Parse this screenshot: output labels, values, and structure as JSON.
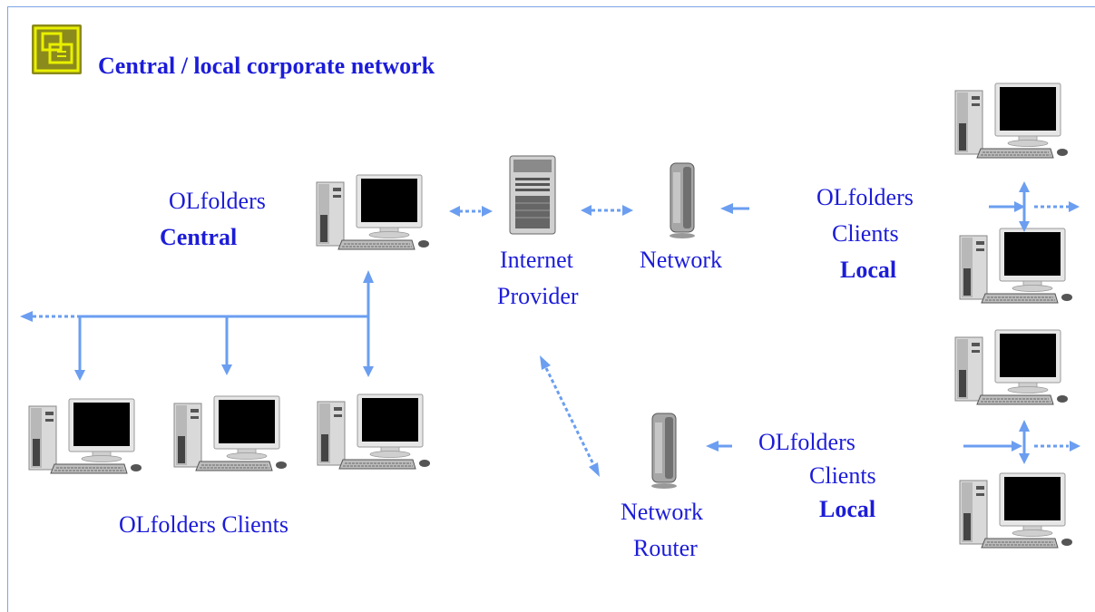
{
  "title": "Central / local corporate network",
  "logo_icon": "olfolders-logo-icon",
  "labels": {
    "central_line1": "OLfolders",
    "central_line2": "Central",
    "internet_line1": "Internet",
    "internet_line2": "Provider",
    "network": "Network",
    "clients_local_top_line1": "OLfolders",
    "clients_local_top_line2": "Clients",
    "clients_local_top_line3": "Local",
    "clients_bottom": "OLfolders Clients",
    "router_line1": "Network",
    "router_line2": "Router",
    "clients_local_bottom_line1": "OLfolders",
    "clients_local_bottom_line2": "Clients",
    "clients_local_bottom_line3": "Local"
  },
  "colors": {
    "text": "#1c1cd8",
    "arrow": "#6b9ef0",
    "frame": "#7fa4e6",
    "logo": "#8b8a1c"
  }
}
